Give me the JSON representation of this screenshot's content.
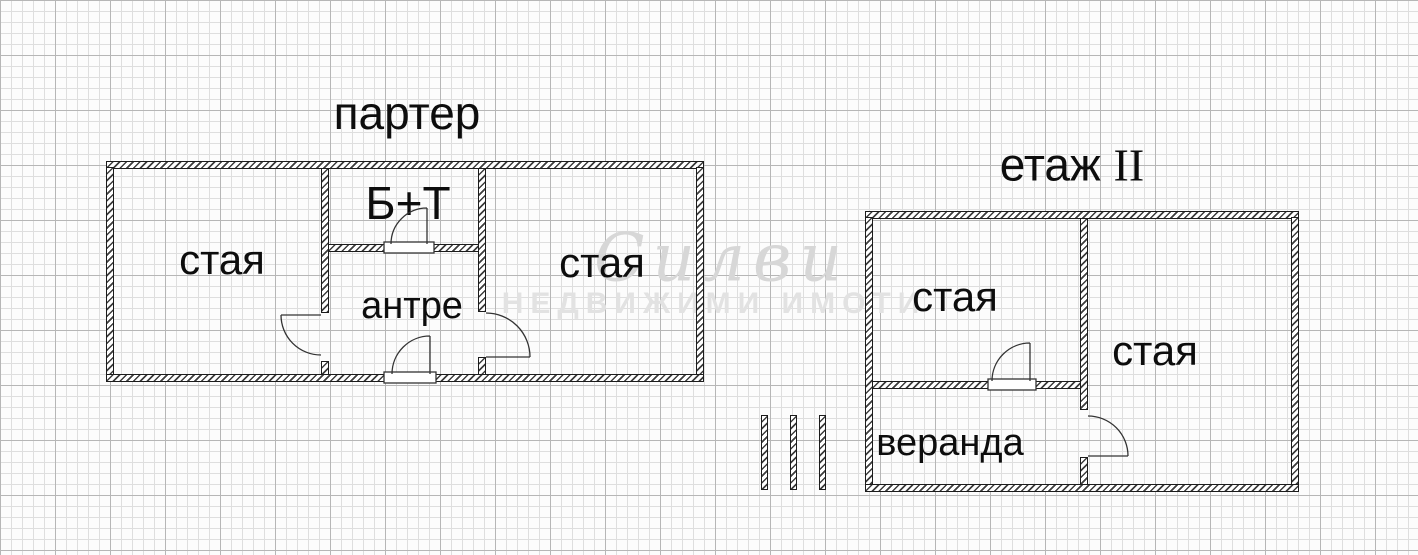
{
  "floors": {
    "ground": {
      "title": "партер",
      "rooms": {
        "left": "стая",
        "bath": "Б+Т",
        "hall": "антре",
        "right": "стая"
      }
    },
    "second": {
      "title": "етаж",
      "title_numeral": "II",
      "rooms": {
        "top": "стая",
        "right": "стая",
        "veranda": "веранда"
      }
    }
  },
  "watermark": {
    "brand": "Силви",
    "tagline": "НЕДВИЖИМИ ИМОТИ"
  },
  "colors": {
    "ink": "#111111",
    "wall_hatch": "#3d3d3d",
    "grid_minor": "#dedede",
    "grid_major": "#b6b6b6",
    "watermark": "#d7d7d7"
  }
}
